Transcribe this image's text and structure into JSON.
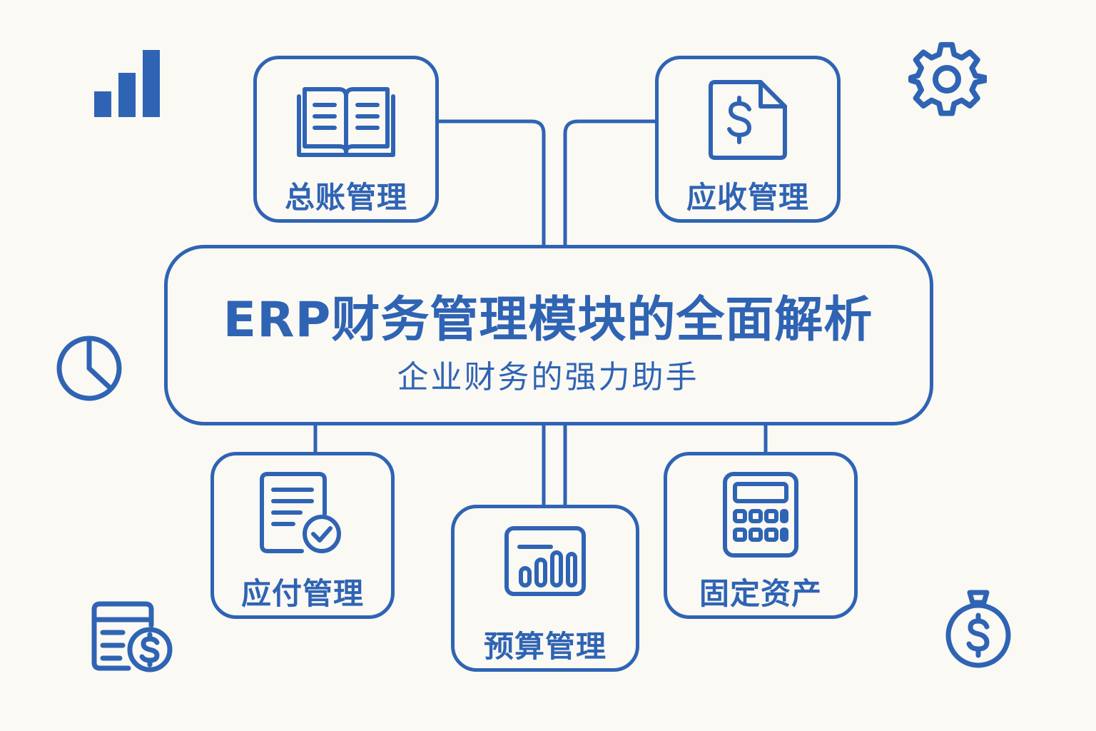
{
  "colors": {
    "accent": "#2f64b4",
    "background": "#fbf9f4"
  },
  "center": {
    "title": "ERP财务管理模块的全面解析",
    "subtitle": "企业财务的强力助手"
  },
  "modules": {
    "general_ledger": {
      "label": "总账管理",
      "icon": "open-book-icon"
    },
    "receivables": {
      "label": "应收管理",
      "icon": "dollar-document-icon"
    },
    "payables": {
      "label": "应付管理",
      "icon": "checked-document-icon"
    },
    "budget": {
      "label": "预算管理",
      "icon": "bar-chart-icon"
    },
    "fixed_assets": {
      "label": "固定资产",
      "icon": "calculator-icon"
    }
  },
  "decorations": [
    "bar-chart-icon",
    "gear-icon",
    "pie-chart-icon",
    "ledger-coin-icon",
    "money-bag-icon"
  ]
}
